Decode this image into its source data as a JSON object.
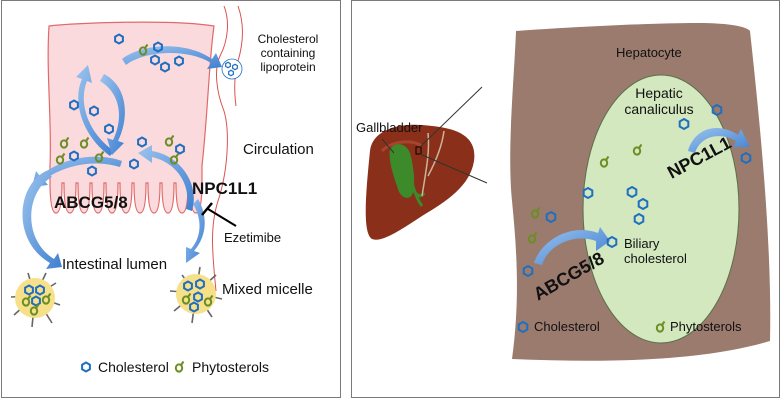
{
  "left_panel": {
    "cholesterol_lipoprotein_lines": [
      "Cholesterol",
      "containing",
      "lipoprotein"
    ],
    "circulation": "Circulation",
    "abcg58": "ABCG5/8",
    "npc1l1": "NPC1L1",
    "ezetimibe": "Ezetimibe",
    "intestinal_lumen": "Intestinal lumen",
    "mixed_micelle": "Mixed micelle",
    "legend": {
      "cholesterol": "Cholesterol",
      "phytosterols": "Phytosterols"
    }
  },
  "right_panel": {
    "gallbladder": "Gallbladder",
    "hepatocyte": "Hepatocyte",
    "hepatic_canaliculus_lines": [
      "Hepatic",
      "canaliculus"
    ],
    "npc1l1": "NPC1L1",
    "abcg58": "ABCG5/8",
    "biliary_cholesterol_lines": [
      "Biliary",
      "cholesterol"
    ],
    "legend": {
      "cholesterol": "Cholesterol",
      "phytosterols": "Phytosterols"
    }
  },
  "colors": {
    "cholesterol": "#1f6fc0",
    "phytosterol": "#6b8e23",
    "enterocyte": "#fadadd",
    "enterocyte_border": "#e06a6a",
    "micelle": "#f7e08a",
    "hepatocyte": "#9b7b6e",
    "canaliculus": "#d3e8bf",
    "arrow": "#4f8fd6",
    "liver": "#8a2f1a",
    "gallbladder": "#3d8a2a"
  },
  "icons": {
    "cholesterol": "hexagon-icon",
    "phytosterol": "phytosterol-ring-icon"
  }
}
